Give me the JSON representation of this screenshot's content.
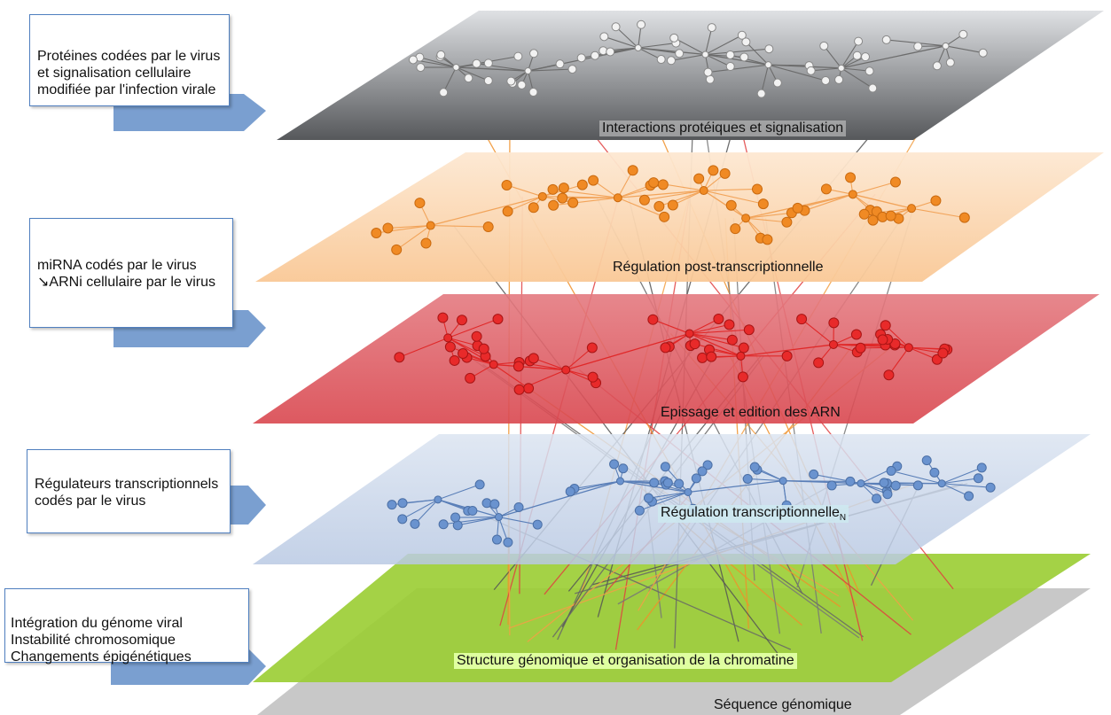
{
  "callouts": {
    "proteins": "Protéines codées par le virus et signalisation cellulaire modifiée par l'infection virale",
    "mirna": "miRNA codés par le virus\n↘ARNi cellulaire par le virus",
    "regulators": "Régulateurs transcriptionnels codés par le virus",
    "genome": "Intégration du génome viral\nInstabilité chromosomique\nChangements épigénétiques"
  },
  "layers": {
    "protein_interactions": "Interactions protéiques et signalisation",
    "post_transcriptional": "Régulation post-transcriptionnelle",
    "splicing": "Epissage et edition des ARN",
    "transcriptional": "Régulation transcriptionnelle",
    "transcriptional_subscript": "N",
    "chromatin": "Structure génomique et organisation de la chromatine",
    "sequence": "Séquence génomique"
  },
  "colors": {
    "protein_plane": "#8a8c8f",
    "protein_node": "#f2f2f2",
    "post_plane": "#fbd6b1",
    "post_node": "#f08a24",
    "splicing_plane": "#e06068",
    "splicing_node": "#e82a2a",
    "transcription_plane": "#c9d6ea",
    "transcription_node": "#6a93cf",
    "chromatin_plane": "#9acd32",
    "sequence_plane": "#c8c8c8",
    "arrow": "#7a9fd0",
    "callout_border": "#4f7fbf"
  }
}
